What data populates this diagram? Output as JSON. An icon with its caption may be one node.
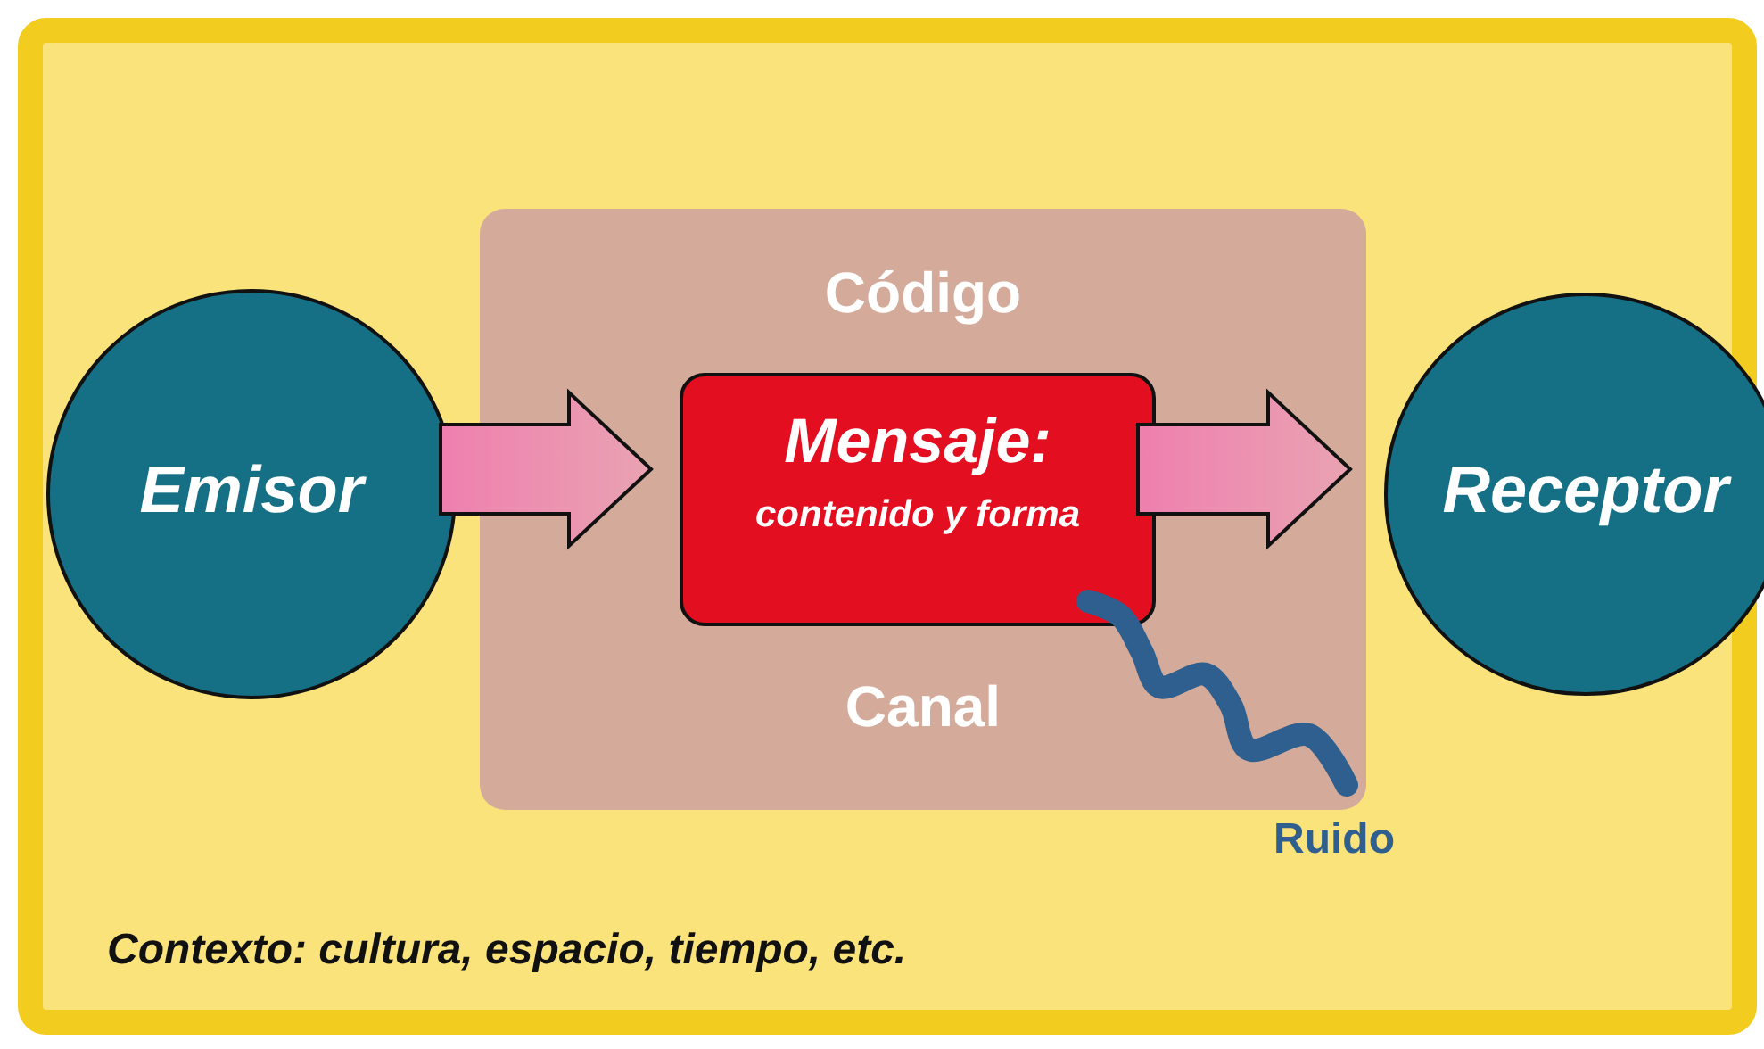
{
  "diagram": {
    "nodes": [
      {
        "text": [
          "Contexto: cultura, espacio, tiempo, etc."
        ]
      },
      {
        "text": [
          "Emisor"
        ],
        "in": 0
      },
      {
        "text": [
          "Código",
          "Canal"
        ],
        "in": 0
      },
      {
        "text": [
          "Mensaje:",
          "contenido y forma"
        ],
        "in": 2
      },
      {
        "text": [
          "Receptor"
        ],
        "in": 0
      },
      {
        "text": [
          "Ruido"
        ],
        "in": 0
      }
    ],
    "edges": [
      {
        "from": 1,
        "to": 3,
        "arrow": "to"
      },
      {
        "from": 3,
        "to": 4,
        "arrow": "to"
      },
      {
        "from": 5,
        "to": 3,
        "arrow": "none",
        "color": "#2f5f8f"
      }
    ]
  }
}
